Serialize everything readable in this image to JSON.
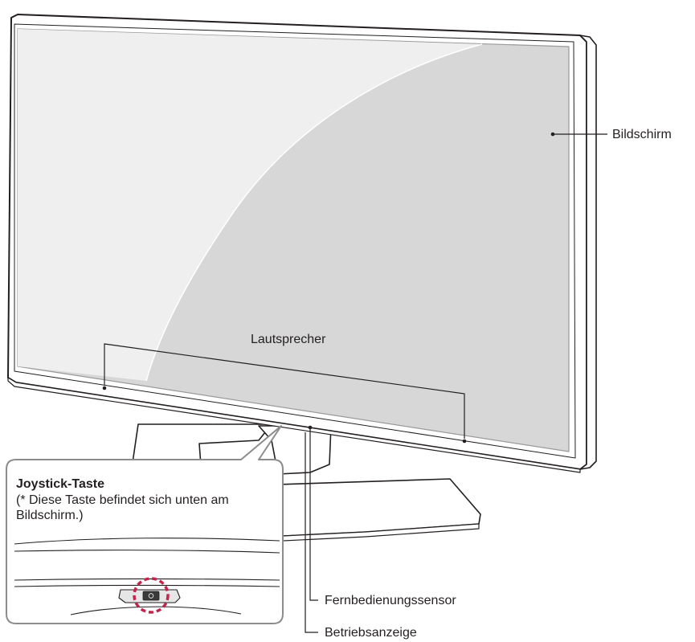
{
  "labels": {
    "screen": "Bildschirm",
    "speaker": "Lautsprecher",
    "remote_sensor": "Fernbedienungssensor",
    "power_indicator": "Betriebsanzeige"
  },
  "callout": {
    "title": "Joystick-Taste",
    "note": "(* Diese Taste befindet sich unten am Bildschirm.)"
  },
  "colors": {
    "line": "#231f20",
    "screen_fill": "#d7d7d7",
    "screen_highlight": "#efefef",
    "callout_border": "#8c8c8c",
    "button_highlight": "#c4234a"
  }
}
